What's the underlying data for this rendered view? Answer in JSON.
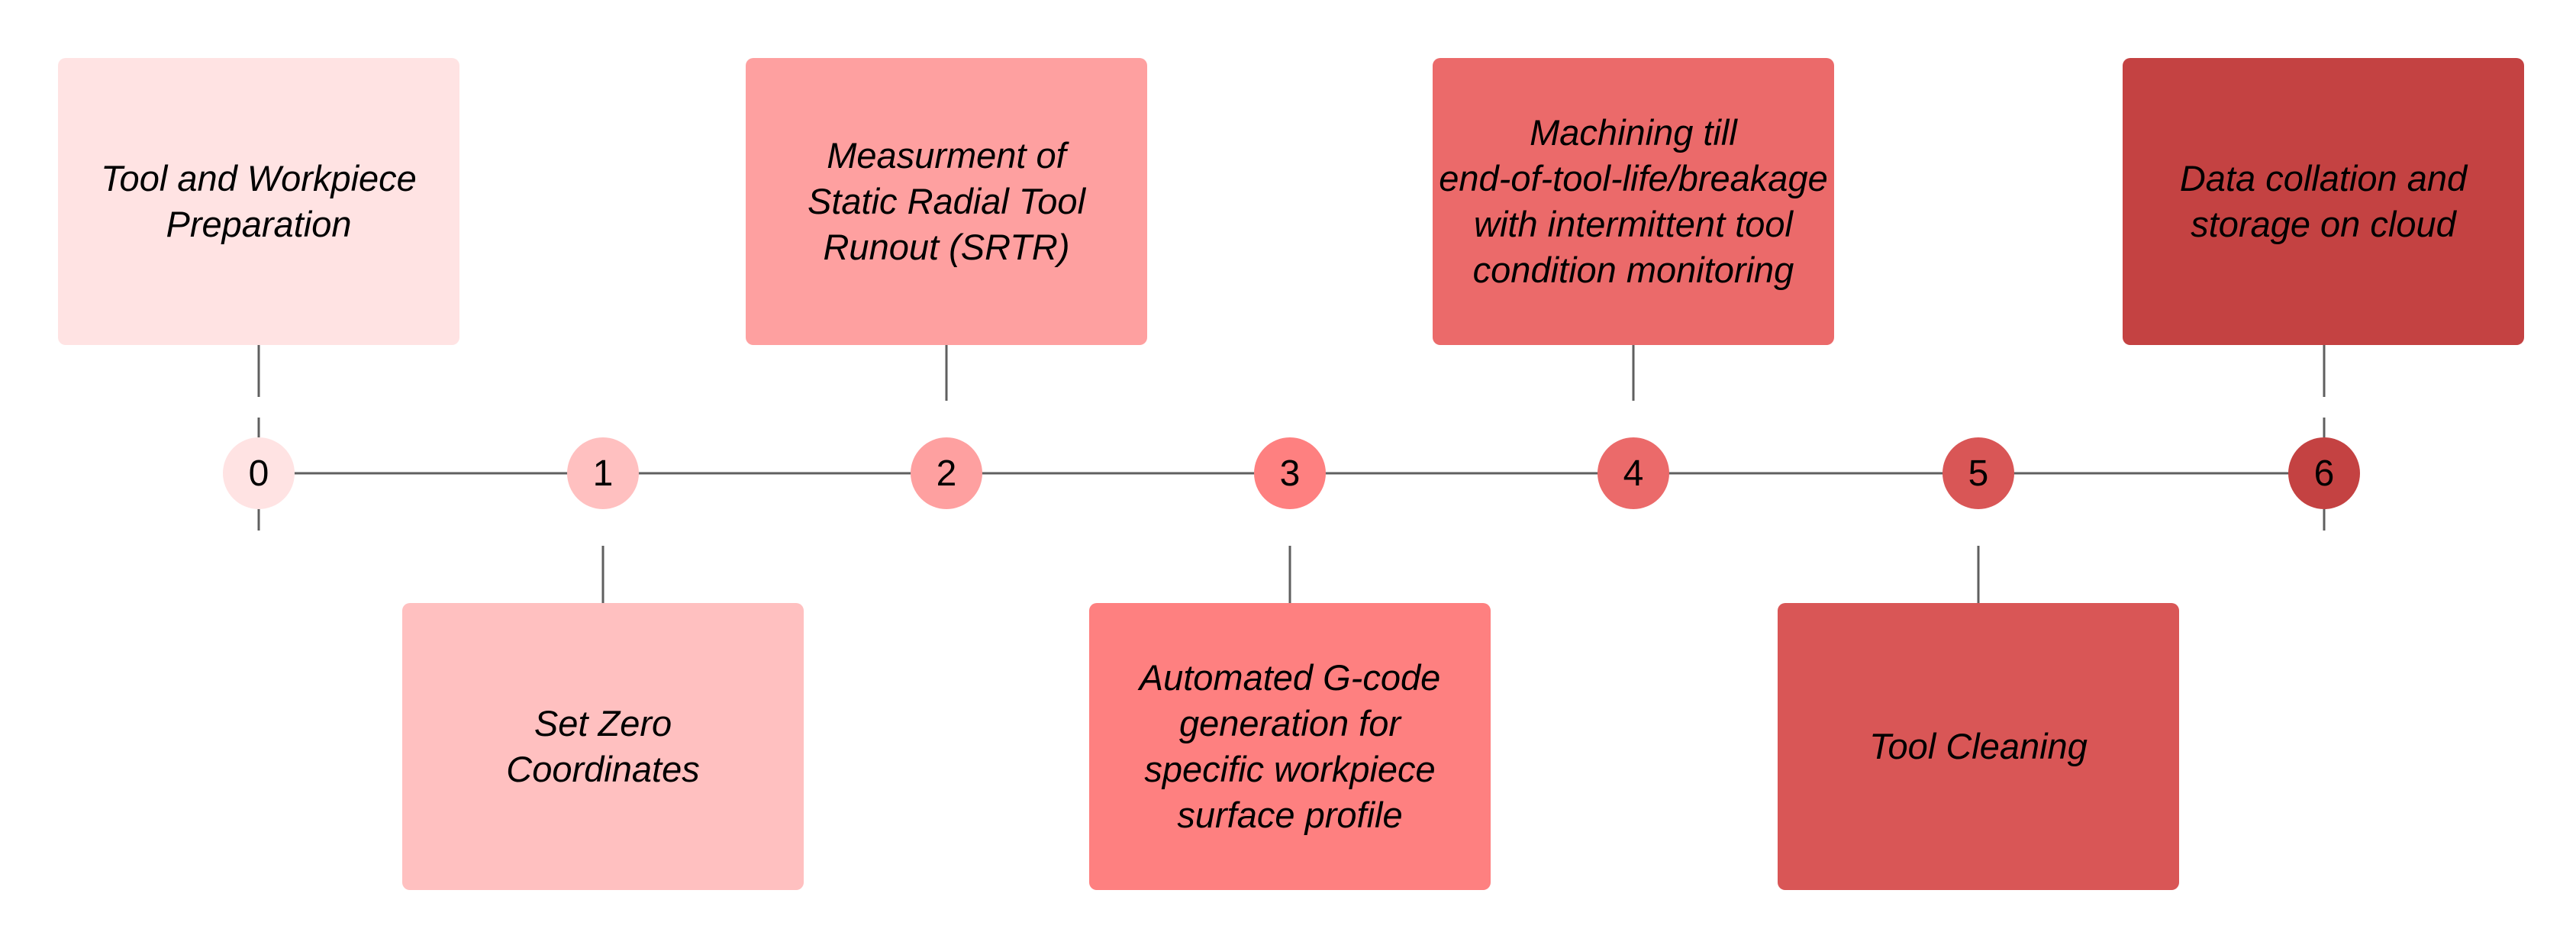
{
  "colors": {
    "line": "#5f5f5f",
    "text": "#000000",
    "stage0": "#ffe3e3",
    "stage1": "#ffc0c0",
    "stage2": "#fea0a0",
    "stage3": "#fe8080",
    "stage4": "#eb6a6a",
    "stage5": "#d95656",
    "stage6": "#c44242"
  },
  "timeline": {
    "steps": [
      {
        "number": "0",
        "label": "Tool and Workpiece\nPreparation",
        "position": "above"
      },
      {
        "number": "1",
        "label": "Set Zero\nCoordinates",
        "position": "below"
      },
      {
        "number": "2",
        "label": "Measurment of\nStatic Radial Tool\nRunout (SRTR)",
        "position": "above"
      },
      {
        "number": "3",
        "label": "Automated G-code\ngeneration for\nspecific workpiece\nsurface profile",
        "position": "below"
      },
      {
        "number": "4",
        "label": "Machining till\nend-of-tool-life/breakage\nwith intermittent tool\ncondition monitoring",
        "position": "above"
      },
      {
        "number": "5",
        "label": "Tool Cleaning",
        "position": "below"
      },
      {
        "number": "6",
        "label": "Data collation and\nstorage on cloud",
        "position": "above"
      }
    ]
  }
}
